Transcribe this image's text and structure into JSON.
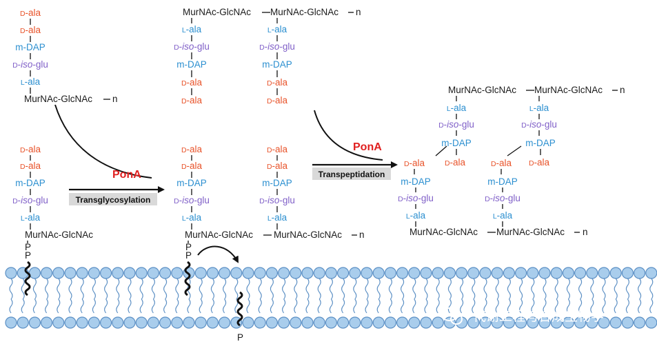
{
  "labels": {
    "d_ala": "D-ala",
    "m_dap": "m-DAP",
    "d_iso_glu_prefix": "D-",
    "d_iso_glu_iso": "iso",
    "d_iso_glu_suffix": "-glu",
    "l_ala": "L-ala",
    "murnac_glcnac": "MurNAc-GlcNAc",
    "n": "n",
    "p": "P"
  },
  "enzymes": {
    "transglycosylation_enzyme": "PonA",
    "transpeptidation_enzyme": "PonA"
  },
  "steps": {
    "transglycosylation": "Transglycosylation",
    "transpeptidation": "Transpeptidation"
  },
  "watermark": "代谢工程与合成生物学",
  "colors": {
    "d_ala": "#e8532a",
    "m_dap": "#2b8fd0",
    "glu": "#8060c8",
    "l_ala": "#2b8fd0",
    "membrane_head_fill": "#a9cdec",
    "membrane_head_stroke": "#5b8fc4",
    "enzyme": "#e02020",
    "step_box": "#d9d9d9"
  }
}
